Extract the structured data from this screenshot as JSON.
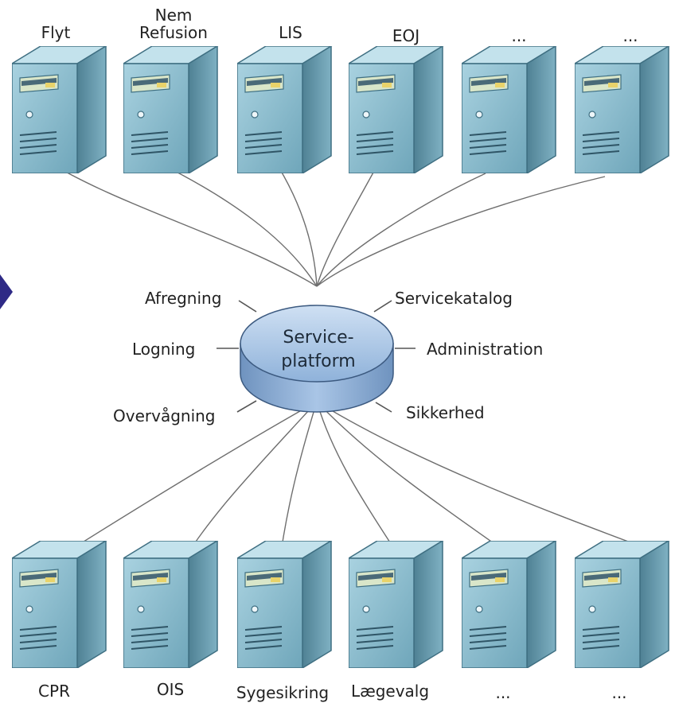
{
  "top_servers": [
    {
      "label": [
        "Flyt"
      ]
    },
    {
      "label": [
        "Nem",
        "Refusion"
      ]
    },
    {
      "label": [
        "LIS"
      ]
    },
    {
      "label": [
        "EOJ"
      ]
    },
    {
      "label": [
        "..."
      ]
    },
    {
      "label": [
        "..."
      ]
    }
  ],
  "bottom_servers": [
    {
      "label": [
        "CPR"
      ]
    },
    {
      "label": [
        "OIS"
      ]
    },
    {
      "label": [
        "Sygesikring"
      ]
    },
    {
      "label": [
        "Lægevalg"
      ]
    },
    {
      "label": [
        "..."
      ]
    },
    {
      "label": [
        "..."
      ]
    }
  ],
  "hub": {
    "line1": "Service-",
    "line2": "platform"
  },
  "functions": {
    "afregning": "Afregning",
    "logning": "Logning",
    "overvaagning": "Overvågning",
    "servicekatalog": "Servicekatalog",
    "administration": "Administration",
    "sikkerhed": "Sikkerhed"
  },
  "colors": {
    "server_front": "#8fc0d2",
    "server_side": "#6b9fb3",
    "server_top": "#b9dbe6",
    "hub": "#9fc0e3",
    "arrow": "#2e2a86"
  }
}
